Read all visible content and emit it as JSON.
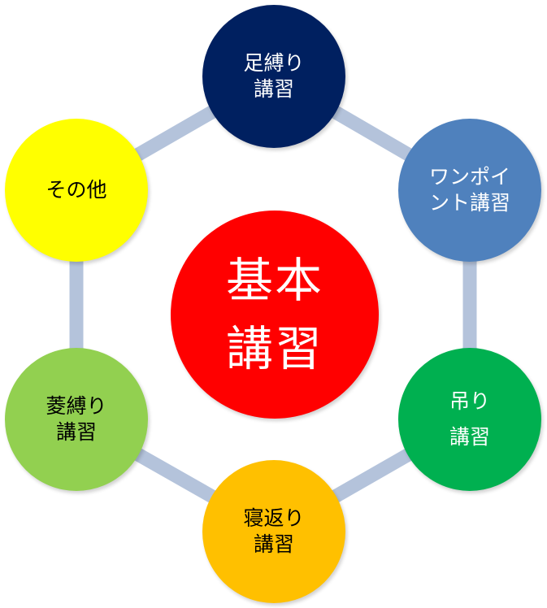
{
  "center": {
    "label": "基本\n講習",
    "fill": "#ff0000",
    "text_color": "#ffffff"
  },
  "ring_color": "#b4c3db",
  "nodes": [
    {
      "id": "top",
      "label": "足縛り\n講習",
      "fill": "#002060",
      "text_color": "#ffffff"
    },
    {
      "id": "upper-right",
      "label": "ワンポイ\nント講習",
      "fill": "#4f81bd",
      "text_color": "#ffffff"
    },
    {
      "id": "lower-right",
      "label": "吊り\n講習",
      "fill": "#00b050",
      "text_color": "#ffffff"
    },
    {
      "id": "bottom",
      "label": "寝返り\n講習",
      "fill": "#ffc000",
      "text_color": "#000000"
    },
    {
      "id": "lower-left",
      "label": "菱縛り\n講習",
      "fill": "#92d050",
      "text_color": "#000000"
    },
    {
      "id": "upper-left",
      "label": "その他",
      "fill": "#ffff00",
      "text_color": "#000000"
    }
  ]
}
